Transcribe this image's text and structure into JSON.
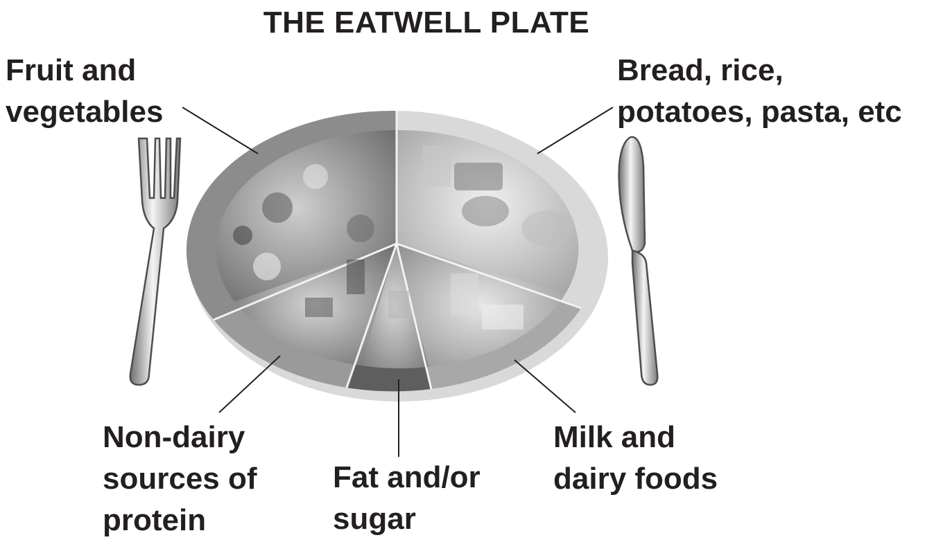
{
  "title": "THE EATWELL PLATE",
  "labels": {
    "fruit": [
      "Fruit and",
      "vegetables"
    ],
    "bread": [
      "Bread, rice,",
      "potatoes, pasta, etc"
    ],
    "protein": [
      "Non-dairy",
      "sources of",
      "protein"
    ],
    "fat": [
      "Fat and/or",
      "sugar"
    ],
    "milk": [
      "Milk and",
      "dairy foods"
    ]
  },
  "colors": {
    "fruit_rim": "#8c8c8c",
    "bread_rim": "#d9d9d9",
    "milk_rim": "#a8a8a8",
    "fat_rim": "#5e5e5e",
    "protein_rim": "#9a9a9a"
  }
}
